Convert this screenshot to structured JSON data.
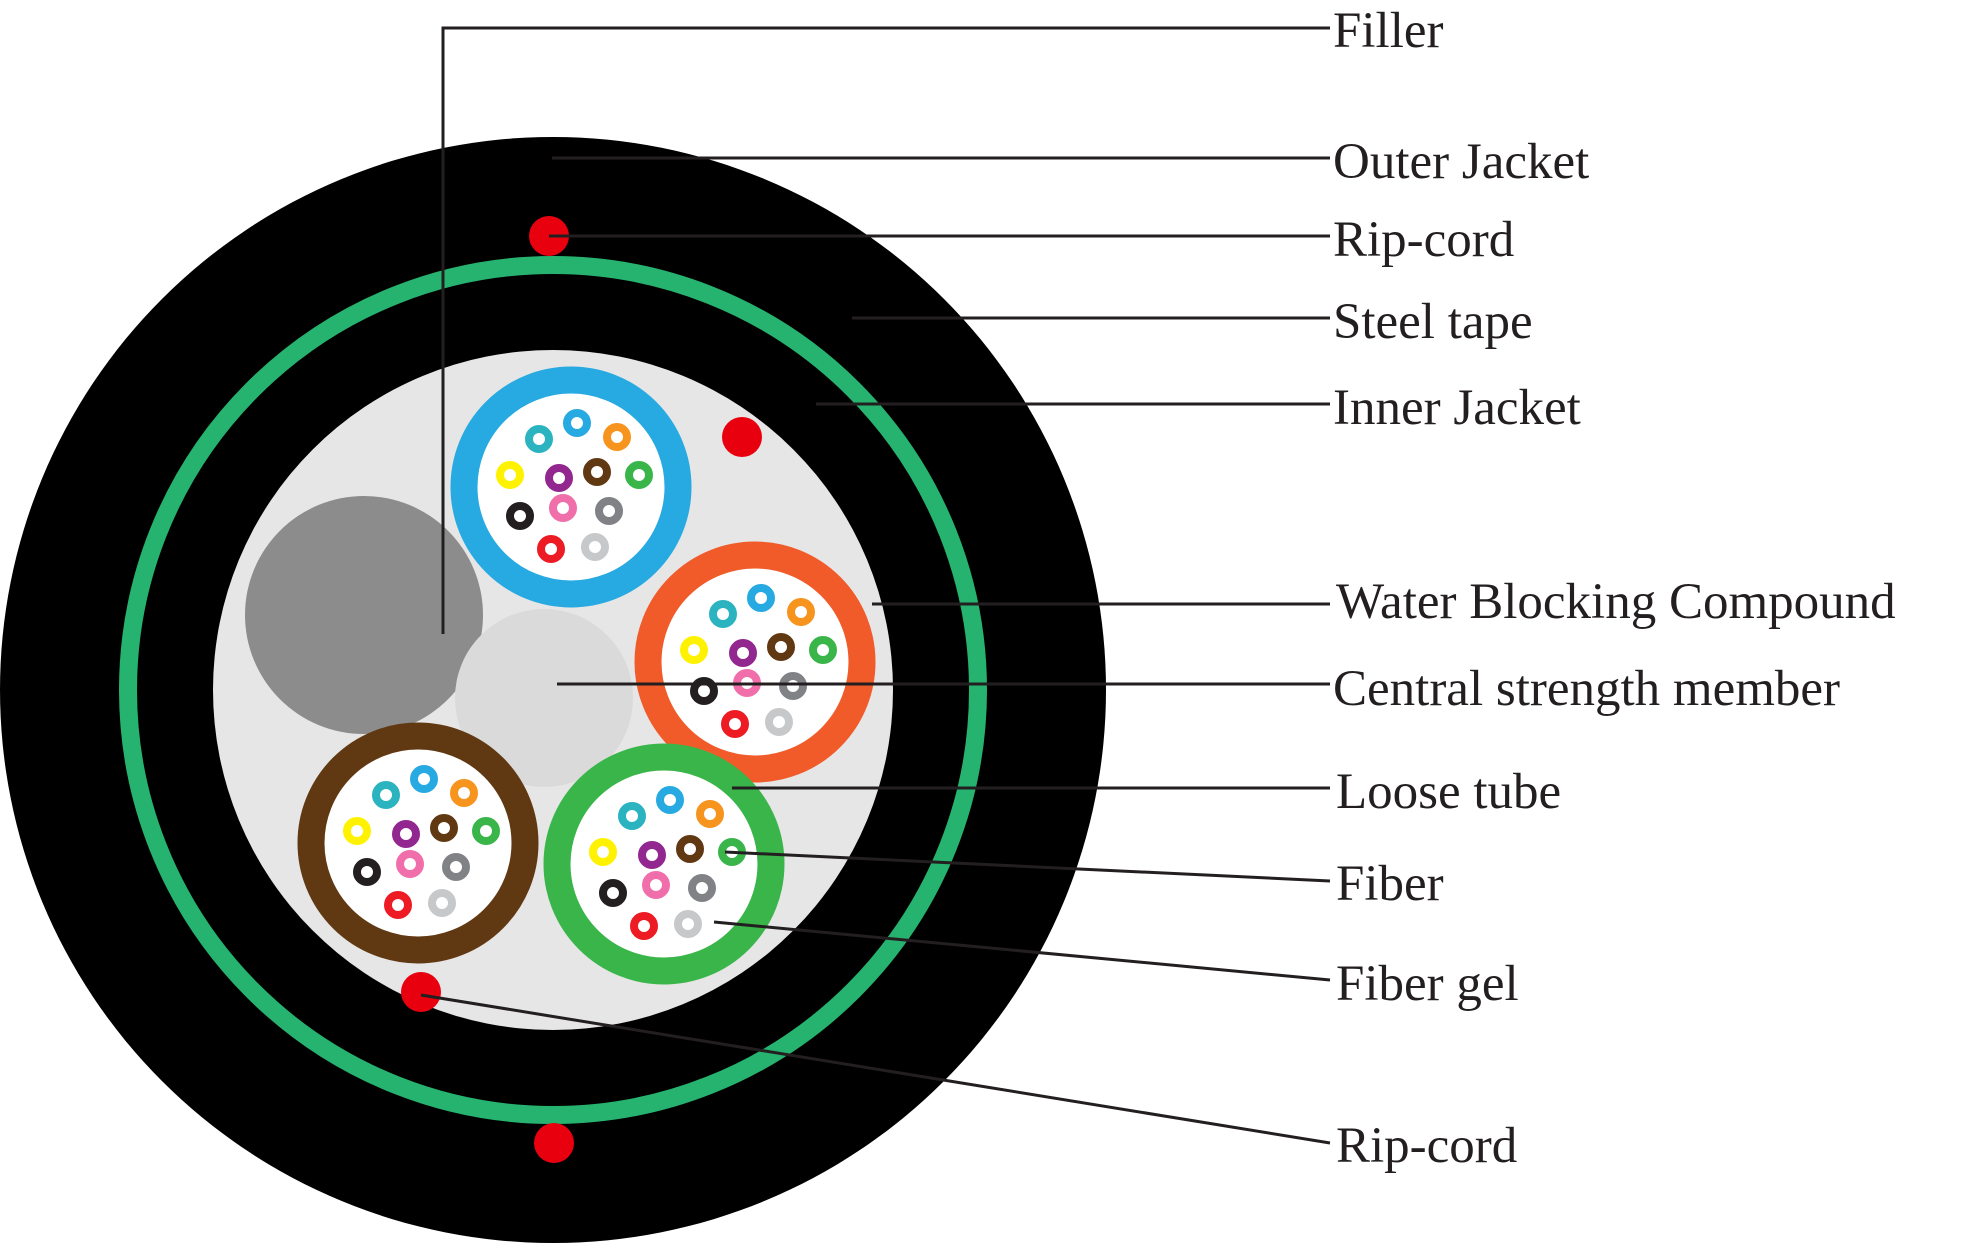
{
  "labels": {
    "filler": "Filler",
    "outer_jacket": "Outer Jacket",
    "rip_cord_top": "Rip-cord",
    "steel_tape": "Steel tape",
    "inner_jacket": "Inner Jacket",
    "water_blocking_compound": "Water Blocking Compound",
    "central_strength_member": "Central strength member",
    "loose_tube": "Loose tube",
    "fiber": "Fiber",
    "fiber_gel": "Fiber gel",
    "rip_cord_bottom": "Rip-cord"
  },
  "colors": {
    "outer_jacket": "#000000",
    "steel_tape": "#26b36f",
    "inner_compound": "#e6e6e6",
    "filler": "#8c8c8c",
    "central_member": "#dadada",
    "rip_cord": "#e8000e",
    "tube_blue": "#27a9e1",
    "tube_orange": "#f15a29",
    "tube_brown": "#603913",
    "tube_green": "#39b54a",
    "fiber_gel": "#ffffff"
  },
  "fiber_colors": [
    "#27a9e1",
    "#2bb3c0",
    "#f7941d",
    "#fff200",
    "#92278f",
    "#603913",
    "#39b54a",
    "#231f20",
    "#f06eaa",
    "#808285",
    "#ed1c24",
    "#c7c8ca"
  ]
}
